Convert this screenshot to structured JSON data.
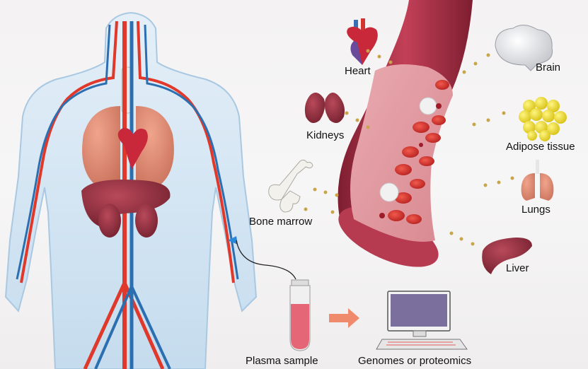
{
  "labels": {
    "heart": "Heart",
    "brain": "Brain",
    "kidneys": "Kidneys",
    "adipose": "Adipose tissue",
    "lungs": "Lungs",
    "bone_marrow": "Bone marrow",
    "liver": "Liver",
    "plasma": "Plasma sample",
    "genomes": "Genomes or proteomics"
  },
  "icons": [
    "human-body-icon",
    "heart-icon",
    "brain-icon",
    "kidneys-icon",
    "adipose-tissue-icon",
    "lungs-icon",
    "bone-icon",
    "liver-icon",
    "blood-vessel-icon",
    "test-tube-icon",
    "arrow-right-icon",
    "computer-icon"
  ],
  "colors": {
    "artery": "#e0392b",
    "vein": "#2c6fb0",
    "body": "#cfe3f1",
    "vessel": "#b5324a",
    "organ_red": "#8e2d3a",
    "particle": "#c9a54a",
    "arrow": "#f08a6c"
  }
}
